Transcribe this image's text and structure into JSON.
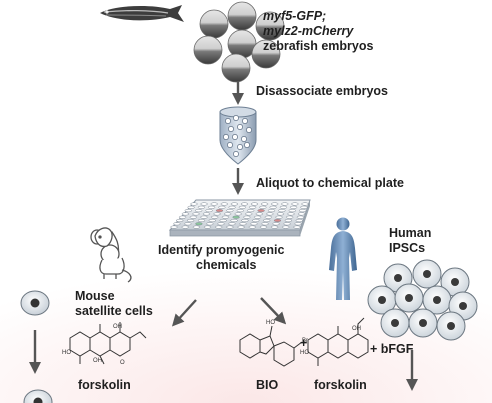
{
  "genotype_line1": "myf5-GFP;",
  "genotype_line2": "mylz2-mCherry",
  "genotype_line3": "zebrafish embryos",
  "step1": "Disassociate embryos",
  "step2": "Aliquot to chemical plate",
  "step3_line1": "Identify promyogenic",
  "step3_line2": "chemicals",
  "human_line1": "Human",
  "human_line2": "IPSCs",
  "mouse_line1": "Mouse",
  "mouse_line2": "satellite cells",
  "bfgf": "+ bFGF",
  "plus": "+",
  "compound_bio": "BIO",
  "compound_forskolin_left": "forskolin",
  "compound_forskolin_right": "forskolin",
  "colors": {
    "arrow": "#555555",
    "cell_dark": "#333333",
    "highlight_red": "#d98b8b",
    "highlight_green": "#8bc79b"
  }
}
